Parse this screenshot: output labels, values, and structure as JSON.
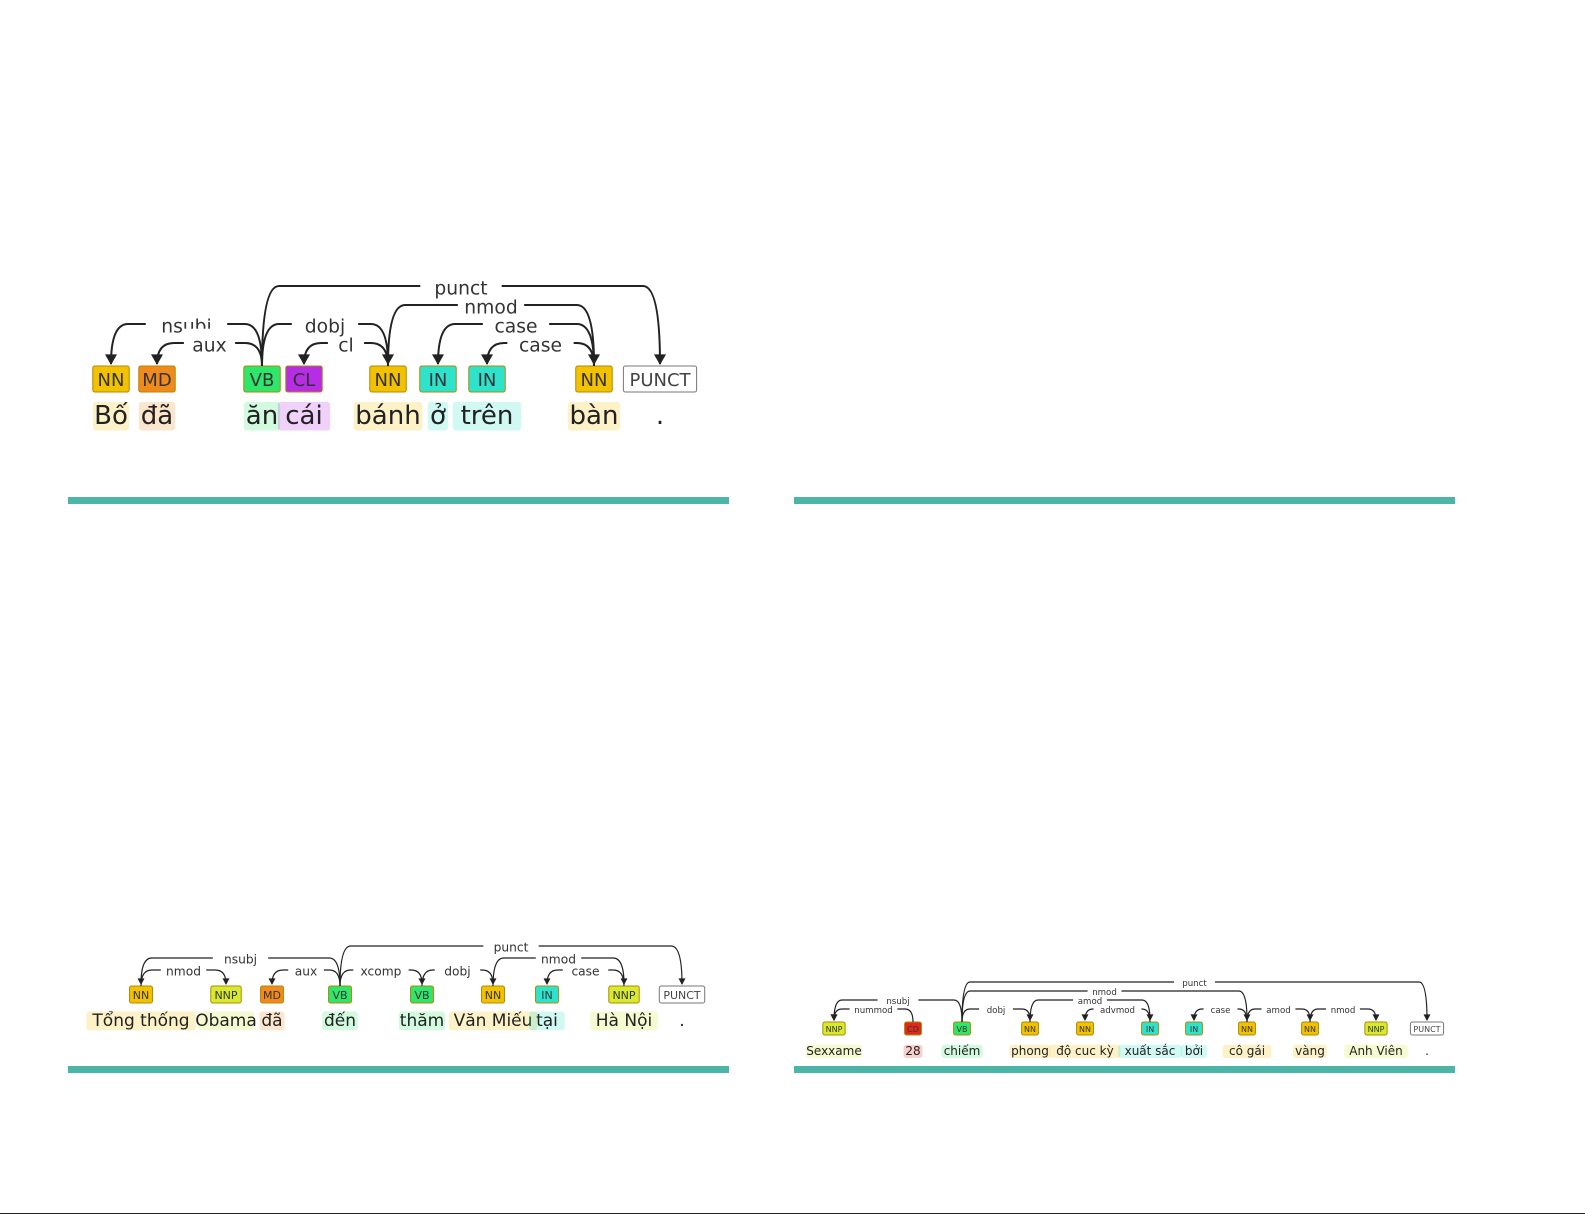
{
  "colors": {
    "NN": "#f2c100",
    "MD": "#f08a1c",
    "VB": "#2ee66a",
    "CL": "#b72de6",
    "IN": "#2ee3cc",
    "NNP": "#d8ea2c",
    "CD": "#e0281c",
    "PUNCT": "#ffffff",
    "arc": "#222222",
    "rule": "#4bb5a8"
  },
  "diagrams": [
    {
      "id": "d1",
      "scale": "large",
      "tokens": [
        {
          "word": "Bố",
          "tag": "NN"
        },
        {
          "word": "đã",
          "tag": "MD"
        },
        {
          "word": "ăn",
          "tag": "VB"
        },
        {
          "word": "cái",
          "tag": "CL"
        },
        {
          "word": "bánh",
          "tag": "NN"
        },
        {
          "word": "ở",
          "tag": "IN"
        },
        {
          "word": "trên",
          "tag": "IN"
        },
        {
          "word": "bàn",
          "tag": "NN"
        },
        {
          "word": ".",
          "tag": "PUNCT"
        }
      ],
      "arcs": [
        {
          "from": 2,
          "to": 0,
          "label": "nsubj",
          "level": 2
        },
        {
          "from": 2,
          "to": 1,
          "label": "aux",
          "level": 1
        },
        {
          "from": 4,
          "to": 3,
          "label": "cl",
          "level": 1
        },
        {
          "from": 2,
          "to": 4,
          "label": "dobj",
          "level": 2
        },
        {
          "from": 7,
          "to": 6,
          "label": "case",
          "level": 1
        },
        {
          "from": 7,
          "to": 5,
          "label": "case",
          "level": 2
        },
        {
          "from": 4,
          "to": 7,
          "label": "nmod",
          "level": 3
        },
        {
          "from": 2,
          "to": 8,
          "label": "punct",
          "level": 4
        }
      ]
    },
    {
      "id": "d2",
      "scale": "medium",
      "tokens": [
        {
          "word": "Tổng thống",
          "tag": "NN"
        },
        {
          "word": "Obama",
          "tag": "NNP"
        },
        {
          "word": "đã",
          "tag": "MD"
        },
        {
          "word": "đến",
          "tag": "VB"
        },
        {
          "word": "thăm",
          "tag": "VB"
        },
        {
          "word": "Văn Miếu",
          "tag": "NN"
        },
        {
          "word": "tại",
          "tag": "IN"
        },
        {
          "word": "Hà Nội",
          "tag": "NNP"
        },
        {
          "word": ".",
          "tag": "PUNCT"
        }
      ],
      "arcs": [
        {
          "from": 0,
          "to": 1,
          "label": "nmod",
          "level": 1
        },
        {
          "from": 3,
          "to": 2,
          "label": "aux",
          "level": 1
        },
        {
          "from": 3,
          "to": 0,
          "label": "nsubj",
          "level": 2
        },
        {
          "from": 3,
          "to": 4,
          "label": "xcomp",
          "level": 1
        },
        {
          "from": 4,
          "to": 5,
          "label": "dobj",
          "level": 1
        },
        {
          "from": 7,
          "to": 6,
          "label": "case",
          "level": 1
        },
        {
          "from": 5,
          "to": 7,
          "label": "nmod",
          "level": 2
        },
        {
          "from": 3,
          "to": 8,
          "label": "punct",
          "level": 3
        }
      ]
    },
    {
      "id": "d3",
      "scale": "small",
      "tokens": [
        {
          "word": "Sexxame",
          "tag": "NNP"
        },
        {
          "word": "28",
          "tag": "CD"
        },
        {
          "word": "chiếm",
          "tag": "VB"
        },
        {
          "word": "phong",
          "tag": "NN"
        },
        {
          "word": "độ cuc kỳ",
          "tag": "NN"
        },
        {
          "word": "xuất sắc",
          "tag": "IN"
        },
        {
          "word": "bởi",
          "tag": "IN"
        },
        {
          "word": "cô gái",
          "tag": "NN"
        },
        {
          "word": "vàng",
          "tag": "NN"
        },
        {
          "word": "Anh Viên",
          "tag": "NNP"
        },
        {
          "word": ".",
          "tag": "PUNCT"
        }
      ],
      "arcs": [
        {
          "from": 1,
          "to": 0,
          "label": "nummod",
          "level": 1
        },
        {
          "from": 2,
          "to": 0,
          "label": "nsubj",
          "level": 2
        },
        {
          "from": 2,
          "to": 3,
          "label": "dobj",
          "level": 1
        },
        {
          "from": 5,
          "to": 4,
          "label": "advmod",
          "level": 1
        },
        {
          "from": 3,
          "to": 5,
          "label": "amod",
          "level": 2
        },
        {
          "from": 7,
          "to": 6,
          "label": "case",
          "level": 1
        },
        {
          "from": 2,
          "to": 7,
          "label": "nmod",
          "level": 3
        },
        {
          "from": 7,
          "to": 8,
          "label": "amod",
          "level": 1
        },
        {
          "from": 8,
          "to": 9,
          "label": "nmod",
          "level": 1
        },
        {
          "from": 2,
          "to": 10,
          "label": "punct",
          "level": 4
        }
      ]
    }
  ]
}
